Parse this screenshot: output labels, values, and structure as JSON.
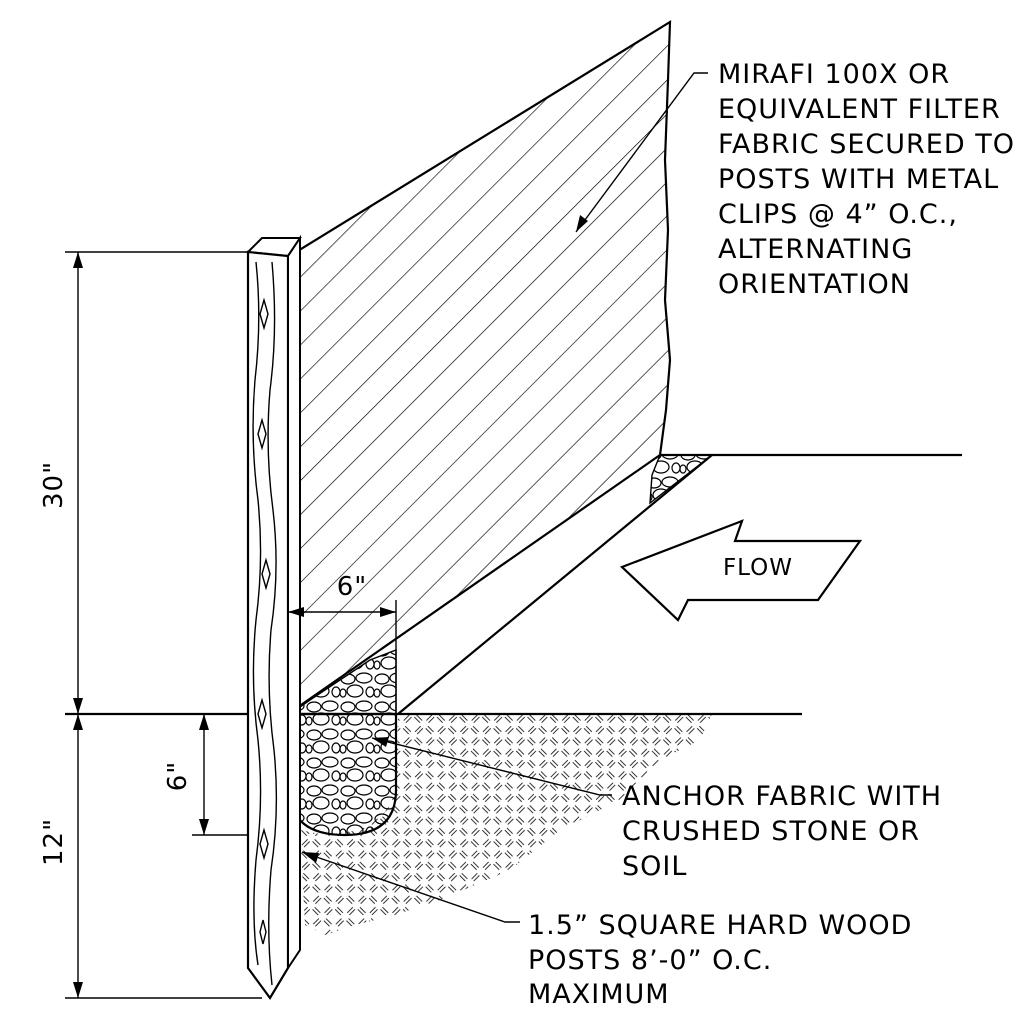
{
  "diagram": {
    "dimensions": {
      "above_grade": "30\"",
      "below_grade": "12\"",
      "trench_depth": "6\"",
      "trench_width": "6\""
    },
    "flow_label": "FLOW",
    "callouts": {
      "fabric": [
        "MIRAFI 100X OR",
        "EQUIVALENT FILTER",
        "FABRIC SECURED TO",
        "POSTS WITH METAL",
        "CLIPS @ 4” O.C.,",
        "ALTERNATING",
        "ORIENTATION"
      ],
      "anchor": [
        "ANCHOR FABRIC WITH",
        "CRUSHED STONE OR",
        "SOIL"
      ],
      "post": [
        "1.5” SQUARE HARD WOOD",
        "POSTS 8’-0” O.C.",
        "MAXIMUM"
      ]
    }
  }
}
